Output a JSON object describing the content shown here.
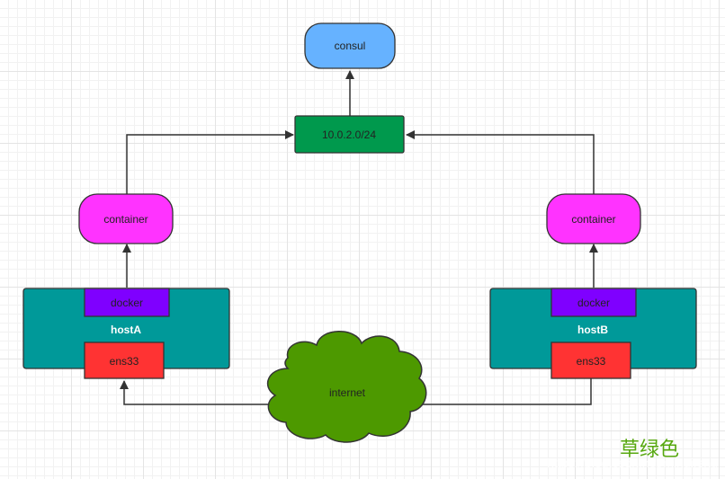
{
  "diagram": {
    "nodes": {
      "consul": {
        "label": "consul",
        "color": "#66b2ff"
      },
      "network": {
        "label": "10.0.2.0/24",
        "color": "#00994d"
      },
      "container_a": {
        "label": "container",
        "color": "#ff33ff"
      },
      "container_b": {
        "label": "container",
        "color": "#ff33ff"
      },
      "host_a": {
        "label": "hostA",
        "color": "#009999"
      },
      "host_b": {
        "label": "hostB",
        "color": "#009999"
      },
      "docker_a": {
        "label": "docker",
        "color": "#7f00ff"
      },
      "docker_b": {
        "label": "docker",
        "color": "#7f00ff"
      },
      "ens_a": {
        "label": "ens33",
        "color": "#ff3333"
      },
      "ens_b": {
        "label": "ens33",
        "color": "#ff3333"
      },
      "internet": {
        "label": "internet",
        "color": "#4d9900"
      }
    },
    "edges": [
      {
        "from": "network",
        "to": "consul"
      },
      {
        "from": "container_a",
        "to": "network"
      },
      {
        "from": "container_b",
        "to": "network"
      },
      {
        "from": "host_a",
        "to": "container_a"
      },
      {
        "from": "host_b",
        "to": "container_b"
      },
      {
        "from": "ens_b",
        "to": "ens_a",
        "via": "internet"
      }
    ]
  },
  "watermark": {
    "title": "草绿色",
    "url": "https://blog.csdn.net/minqifeng",
    "color": "#57a80f"
  }
}
